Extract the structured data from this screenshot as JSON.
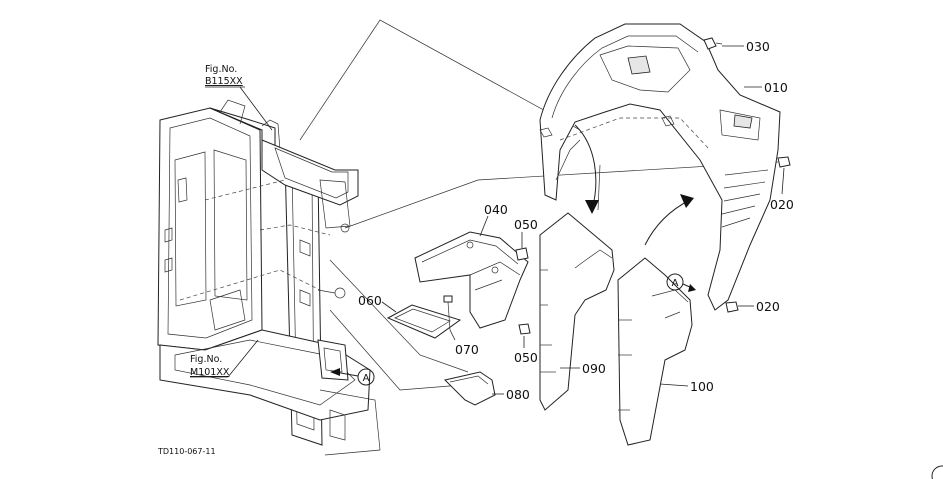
{
  "figure_code": "TD110-067-11",
  "fig_refs": [
    {
      "label": "Fig.No.",
      "number": "B115XX"
    },
    {
      "label": "Fig.No.",
      "number": "M101XX"
    }
  ],
  "ref_mark": "A",
  "parts": {
    "p010": "010",
    "p020a": "020",
    "p020b": "020",
    "p030": "030",
    "p040": "040",
    "p050a": "050",
    "p050b": "050",
    "p060": "060",
    "p070": "070",
    "p080": "080",
    "p090": "090",
    "p100": "100"
  }
}
